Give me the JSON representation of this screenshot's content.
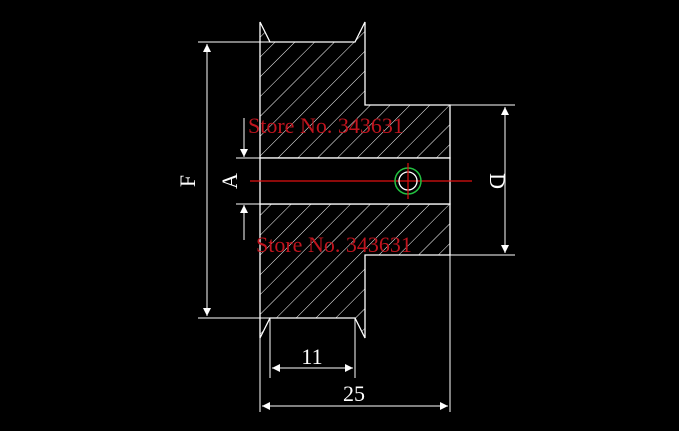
{
  "dimensions": {
    "flange_diameter_label": "F",
    "bore_label": "A",
    "pitch_diameter_label": "D",
    "belt_width": "11",
    "total_width": "25"
  },
  "watermarks": {
    "top": "Store No. 343631",
    "bottom": "Store No. 343631"
  },
  "colors": {
    "background": "#000000",
    "lines": "#ffffff",
    "centerline": "#e01010",
    "watermark": "#c0141e",
    "bore_circle": "#22c040"
  }
}
